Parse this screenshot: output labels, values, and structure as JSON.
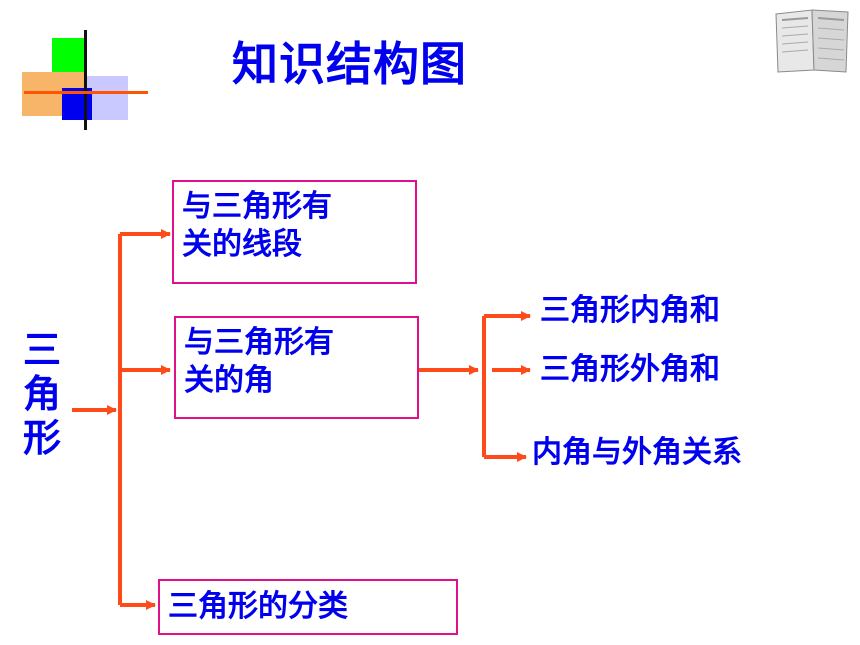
{
  "title": "知识结构图",
  "root": [
    "三",
    "角",
    "形"
  ],
  "boxes": {
    "segments": [
      "与三角形有",
      "关的线段"
    ],
    "angles": [
      "与三角形有",
      "关的角"
    ],
    "classification": [
      "三角形的分类"
    ]
  },
  "leaves": [
    "三角形内角和",
    "三角形外角和",
    "内角与外角关系"
  ],
  "colors": {
    "text": "#0000ee",
    "box_border": "#e0108c",
    "arrow": "#ff4a1a"
  }
}
